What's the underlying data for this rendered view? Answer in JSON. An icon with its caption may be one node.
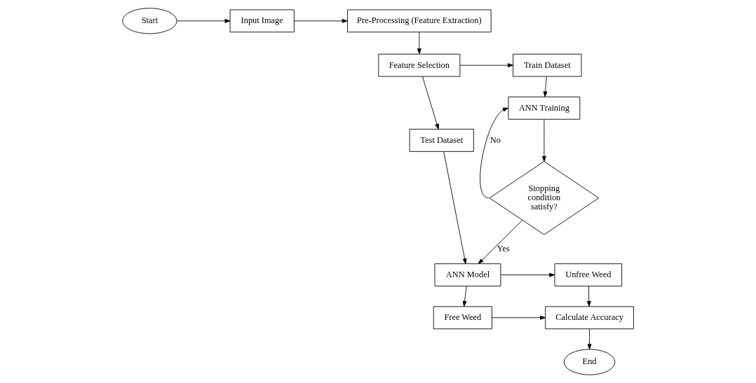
{
  "diagram": {
    "nodes": [
      {
        "text": [
          "Start"
        ]
      },
      {
        "text": [
          "Input Image"
        ]
      },
      {
        "text": [
          "Pre-Processing (Feature Extraction)"
        ]
      },
      {
        "text": [
          "Feature Selection"
        ]
      },
      {
        "text": [
          "Train Dataset"
        ]
      },
      {
        "text": [
          "ANN Training"
        ]
      },
      {
        "text": [
          "Stopping condition satisfy?"
        ]
      },
      {
        "text": [
          "Test Dataset"
        ]
      },
      {
        "text": [
          "ANN Model"
        ]
      },
      {
        "text": [
          "Unfree Weed"
        ]
      },
      {
        "text": [
          "Free Weed"
        ]
      },
      {
        "text": [
          "Calculate Accuracy"
        ]
      },
      {
        "text": [
          "End"
        ]
      }
    ],
    "edges": [
      {
        "from": 0,
        "to": 1,
        "arrow": "to"
      },
      {
        "from": 1,
        "to": 2,
        "arrow": "to"
      },
      {
        "from": 2,
        "to": 3,
        "arrow": "to"
      },
      {
        "from": 3,
        "to": 4,
        "arrow": "to"
      },
      {
        "from": 4,
        "to": 5,
        "arrow": "to"
      },
      {
        "from": 3,
        "to": 7,
        "arrow": "to"
      },
      {
        "from": 5,
        "to": 6,
        "arrow": "to"
      },
      {
        "from": 6,
        "to": 5,
        "arrow": "to",
        "label": "No"
      },
      {
        "from": 6,
        "to": 8,
        "arrow": "to",
        "label": "Yes"
      },
      {
        "from": 7,
        "to": 8,
        "arrow": "to"
      },
      {
        "from": 8,
        "to": 9,
        "arrow": "to"
      },
      {
        "from": 8,
        "to": 10,
        "arrow": "to"
      },
      {
        "from": 9,
        "to": 11,
        "arrow": "to"
      },
      {
        "from": 10,
        "to": 11,
        "arrow": "to"
      },
      {
        "from": 11,
        "to": 12,
        "arrow": "to"
      }
    ]
  }
}
